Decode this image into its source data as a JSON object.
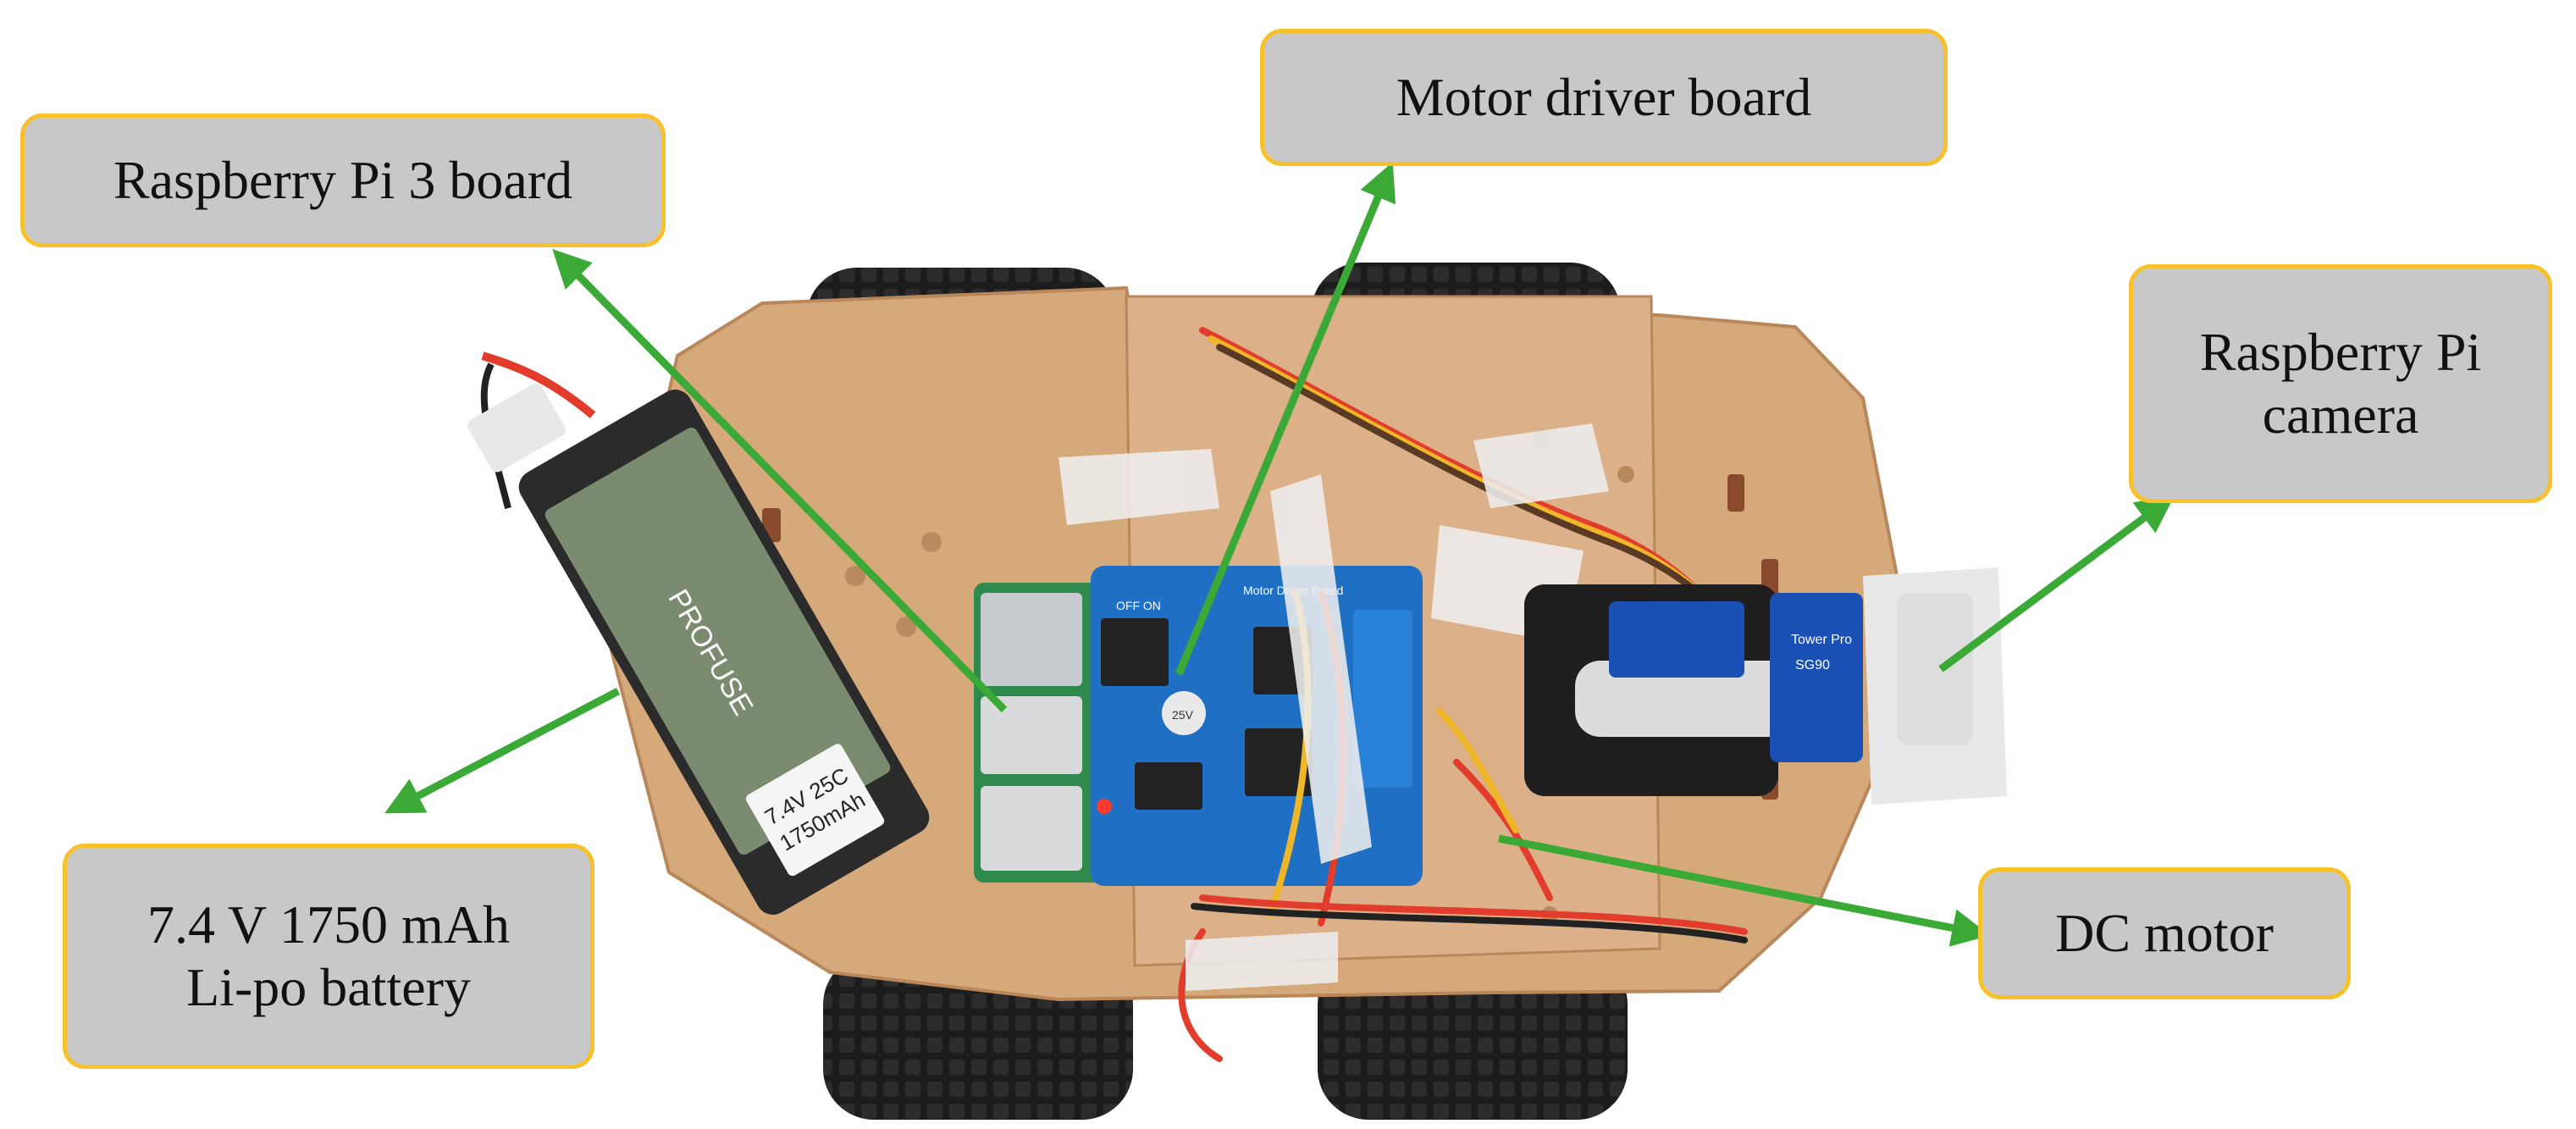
{
  "figure": {
    "colors": {
      "callout_fill": "#c8c8c8",
      "callout_border": "#f6c12a",
      "arrow": "#3aa935",
      "chassis": "#d6a97b",
      "tire": "#1c1c1c",
      "gearbox": "#e8b528",
      "pi_board": "#2f8a4e",
      "driver_board": "#1f6fc4",
      "battery": "#2b2b2b",
      "tape": "#eeeeee"
    },
    "labels": {
      "motor_driver": {
        "line1": "Motor driver board"
      },
      "raspberry_pi": {
        "line1": "Raspberry Pi 3 board"
      },
      "camera": {
        "line1": "Raspberry Pi",
        "line2": "camera"
      },
      "battery": {
        "line1": "7.4 V 1750 mAh",
        "line2": "Li-po battery"
      },
      "dc_motor": {
        "line1": "DC motor"
      }
    },
    "photo_text": {
      "battery_brand": "PROFUSE",
      "battery_spec_1": "7.4V 25C",
      "battery_spec_2": "1750mAh",
      "driver_switch": "OFF  ON",
      "driver_title": "Motor Driver Board",
      "capacitor": "25V",
      "servo_brand": "Tower Pro",
      "servo_model": "SG90"
    }
  }
}
